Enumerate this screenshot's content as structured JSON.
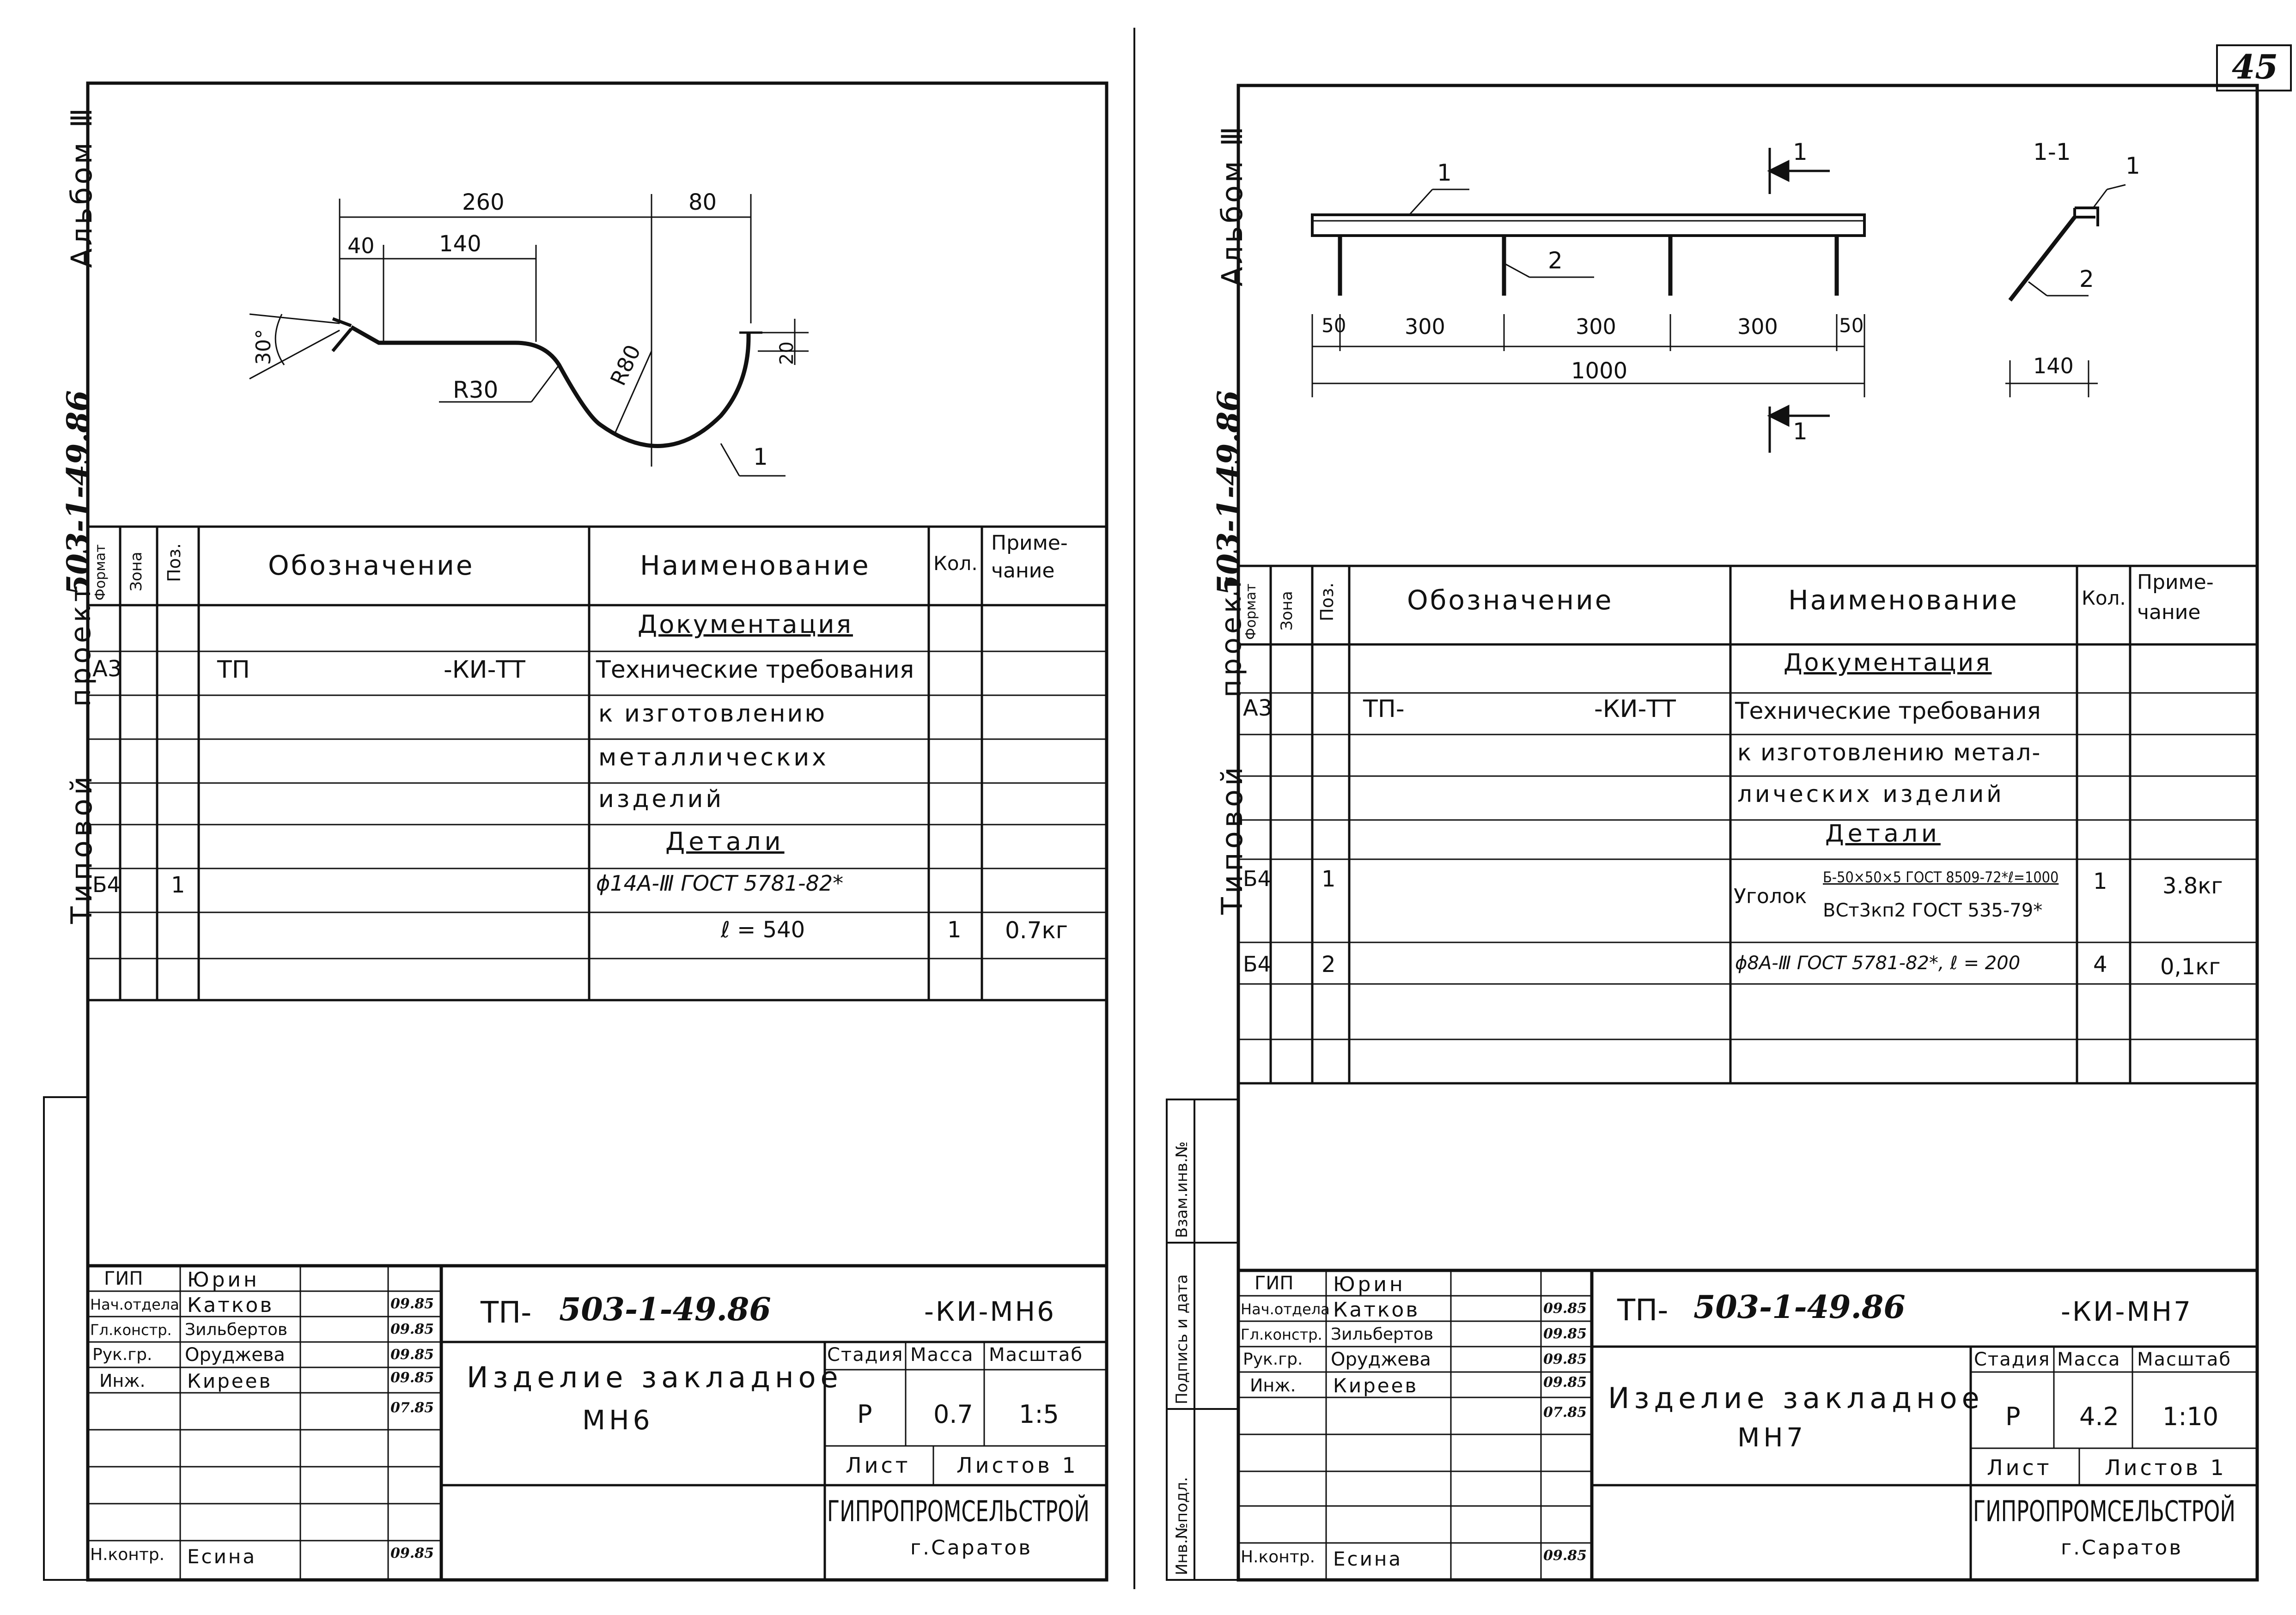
{
  "page_number": "45",
  "sheets": [
    {
      "side_album": "Альбом Ⅲ",
      "side_project": "проект",
      "side_project_num": "503-1-49.86",
      "side_typical": "Типовой",
      "drawing": {
        "dim_260": "260",
        "dim_80": "80",
        "dim_40": "40",
        "dim_140": "140",
        "angle": "30°",
        "dim_20": "20",
        "r30": "R30",
        "r80": "R80",
        "pos": "1"
      },
      "headers": {
        "format": "Формат",
        "zone": "Зона",
        "pos": "Поз.",
        "designation": "Обозначение",
        "name": "Наименование",
        "qty": "Кол.",
        "note1": "Приме-",
        "note2": "чание"
      },
      "rows": {
        "doc_section": "Документация",
        "fmt": "А3",
        "code": "ТП",
        "code_suffix": "-КИ-ТТ",
        "tech1": "Технические требования",
        "tech2": "к изготовлению",
        "tech3": "металлических",
        "tech4": "изделий",
        "details": "Детали",
        "det_fmt": "Б4",
        "det_pos": "1",
        "det_name1": "ϕ14А-Ⅲ ГОСТ 5781-82*",
        "det_name2": "ℓ = 540",
        "det_qty": "1",
        "det_note": "0.7кг"
      },
      "title_block": {
        "roles": [
          "ГИП",
          "Нач.отдела",
          "Гл.констр.",
          "Рук.гр.",
          "Инж."
        ],
        "names": [
          "Юрин",
          "Катков",
          "Зильбертов",
          "Оруджева",
          "Киреев"
        ],
        "dates": [
          "09.85",
          "09.85",
          "09.85",
          "09.85",
          "07.85"
        ],
        "nkontr": "Н.контр.",
        "nkontr_name": "Есина",
        "nkontr_date": "09.85",
        "code_prefix": "ТП-",
        "code_num": "503-1-49.86",
        "code_suffix": "-КИ-МН6",
        "title1": "Изделие закладное",
        "title2": "МН6",
        "stage_h": "Стадия",
        "mass_h": "Масса",
        "scale_h": "Масштаб",
        "stage": "Р",
        "mass": "0.7",
        "scale": "1:5",
        "sheet_h": "Лист",
        "sheets_h": "Листов 1",
        "org": "ГИПРОПРОМСЕЛЬСТРОЙ",
        "city": "г.Саратов"
      }
    },
    {
      "side_album": "Альбом Ⅲ",
      "side_project": "проект",
      "side_project_num": "503-1-49.86",
      "side_typical": "Типовой",
      "drawing": {
        "pos1": "1",
        "pos2": "2",
        "cut": "1",
        "cut2": "1",
        "d50a": "50",
        "d300a": "300",
        "d300b": "300",
        "d300c": "300",
        "d50b": "50",
        "d1000": "1000",
        "section": "1-1",
        "spos1": "1",
        "spos2": "2",
        "d140": "140"
      },
      "headers": {
        "format": "Формат",
        "zone": "Зона",
        "pos": "Поз.",
        "designation": "Обозначение",
        "name": "Наименование",
        "qty": "Кол.",
        "note1": "Приме-",
        "note2": "чание"
      },
      "rows": {
        "doc_section": "Документация",
        "fmt": "А3",
        "code": "ТП-",
        "code_suffix": "-КИ-ТТ",
        "tech1": "Технические требования",
        "tech2": "к изготовлению метал-",
        "tech3": "лических изделий",
        "details": "Детали",
        "r1_fmt": "Б4",
        "r1_pos": "1",
        "r1_name_a": "Уголок",
        "r1_name_top": "Б-50×50×5 ГОСТ 8509-72*ℓ=1000",
        "r1_name_bot": "ВСт3кп2 ГОСТ 535-79*",
        "r1_qty": "1",
        "r1_note": "3.8кг",
        "r2_fmt": "Б4",
        "r2_pos": "2",
        "r2_name": "ϕ8А-Ⅲ ГОСТ 5781-82*, ℓ = 200",
        "r2_qty": "4",
        "r2_note": "0,1кг"
      },
      "side_stamps": [
        "Взам.инв.№",
        "Подпись и дата",
        "Инв.№подл."
      ],
      "title_block": {
        "roles": [
          "ГИП",
          "Нач.отдела",
          "Гл.констр.",
          "Рук.гр.",
          "Инж."
        ],
        "names": [
          "Юрин",
          "Катков",
          "Зильбертов",
          "Оруджева",
          "Киреев"
        ],
        "dates": [
          "09.85",
          "09.85",
          "09.85",
          "09.85",
          "07.85"
        ],
        "nkontr": "Н.контр.",
        "nkontr_name": "Есина",
        "nkontr_date": "09.85",
        "code_prefix": "ТП-",
        "code_num": "503-1-49.86",
        "code_suffix": "-КИ-МН7",
        "title1": "Изделие закладное",
        "title2": "МН7",
        "stage_h": "Стадия",
        "mass_h": "Масса",
        "scale_h": "Масштаб",
        "stage": "Р",
        "mass": "4.2",
        "scale": "1:10",
        "sheet_h": "Лист",
        "sheets_h": "Листов 1",
        "org": "ГИПРОПРОМСЕЛЬСТРОЙ",
        "city": "г.Саратов"
      }
    }
  ]
}
